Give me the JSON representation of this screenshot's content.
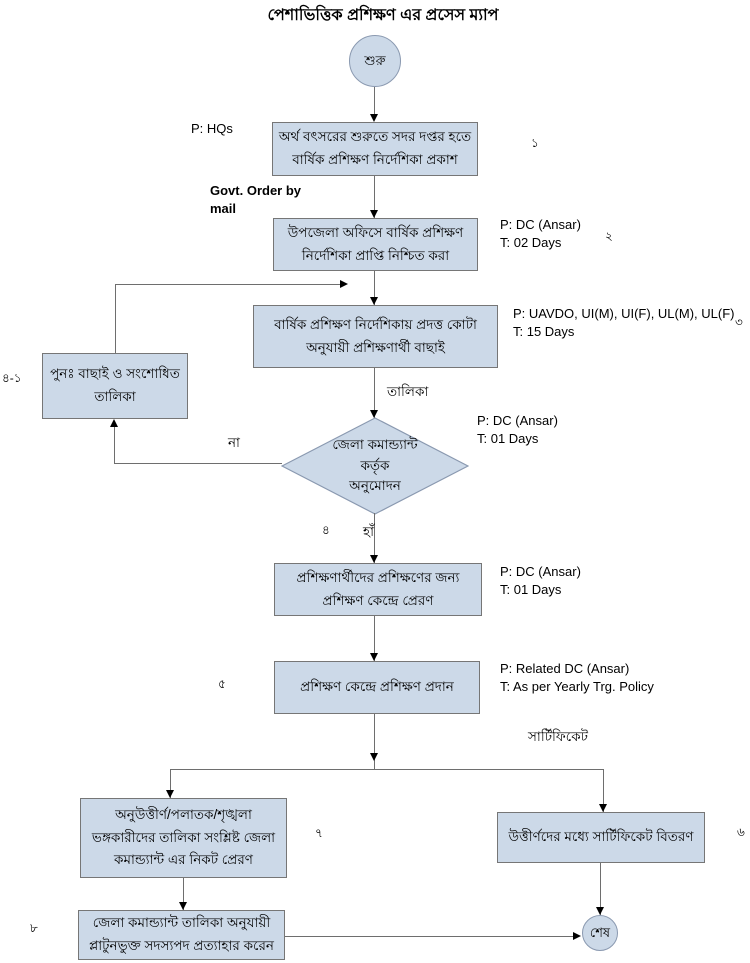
{
  "title": "পেশাভিত্তিক প্রশিক্ষণ এর প্রসেস ম্যাপ",
  "terminals": {
    "start": "শুরু",
    "end": "শেষ"
  },
  "nodes": {
    "box1": {
      "lines": [
        "অর্থ বৎসরের শুরুতে সদর দপ্তর হতে",
        "বার্ষিক প্রশিক্ষণ নির্দেশিকা প্রকাশ"
      ]
    },
    "box2": {
      "lines": [
        "উপজেলা অফিসে বার্ষিক প্রশিক্ষণ",
        "নির্দেশিকা প্রাপ্তি নিশ্চিত করা"
      ]
    },
    "box3": {
      "lines": [
        "বার্ষিক প্রশিক্ষণ নির্দেশিকায় প্রদত্ত কোটা",
        "অনুযায়ী প্রশিক্ষণার্থী বাছাই"
      ]
    },
    "rework": {
      "lines": [
        "পুনঃ  বাছাই ও সংশোধিত",
        "তালিকা"
      ]
    },
    "decision": {
      "lines": [
        "জেলা কমান্ড্যান্ট",
        "কর্তৃক",
        "অনুমোদন"
      ]
    },
    "box4": {
      "lines": [
        "প্রশিক্ষণার্থীদের প্রশিক্ষণের জন্য",
        "প্রশিক্ষণ কেন্দ্রে প্রেরণ"
      ]
    },
    "box5": {
      "lines": [
        "প্রশিক্ষণ কেন্দ্রে প্রশিক্ষণ প্রদান"
      ]
    },
    "box7": {
      "lines": [
        "অনুউত্তীর্ণ/পলাতক/শৃঙ্খলা",
        "ভঙ্গকারীদের তালিকা সংশ্লিষ্ট  জেলা",
        "কমান্ড্যান্ট এর নিকট প্রেরণ"
      ]
    },
    "box6": {
      "lines": [
        "উত্তীর্ণদের মধ্যে সার্টিফিকেট বিতরণ"
      ]
    },
    "box8": {
      "lines": [
        "জেলা কমান্ড্যান্ট তালিকা অনুযায়ী",
        "প্লাটুনভুক্ত সদস্যপদ প্রত্যাহার করেন"
      ]
    }
  },
  "annotations": {
    "hqs": "P: HQs",
    "govt_order": [
      "Govt. Order by",
      "mail"
    ],
    "box2_meta": [
      "P: DC (Ansar)",
      "T: 02 Days"
    ],
    "box3_meta": [
      "P: UAVDO, UI(M), UI(F), UL(M), UL(F)",
      "T: 15 Days"
    ],
    "decision_meta": [
      "P: DC (Ansar)",
      "T: 01 Days"
    ],
    "box4_meta": [
      "P: DC (Ansar)",
      "T: 01 Days"
    ],
    "box5_meta": [
      "P: Related DC (Ansar)",
      "T: As per Yearly Trg. Policy"
    ],
    "list_label": "তালিকা",
    "certificate_label": "সার্টিফিকেট",
    "no_label": "না",
    "yes_label": "হাঁ"
  },
  "step_numbers": {
    "n1": "১",
    "n2": "২",
    "n3": "৩",
    "n4": "৪",
    "n4_1": "৪-১",
    "n5": "৫",
    "n6": "৬",
    "n7": "৭",
    "n8": "৮"
  },
  "colors": {
    "node_fill": "#ccd9e8",
    "node_border": "#767676",
    "connector": "#6e6e6e",
    "arrowhead": "#000000"
  }
}
